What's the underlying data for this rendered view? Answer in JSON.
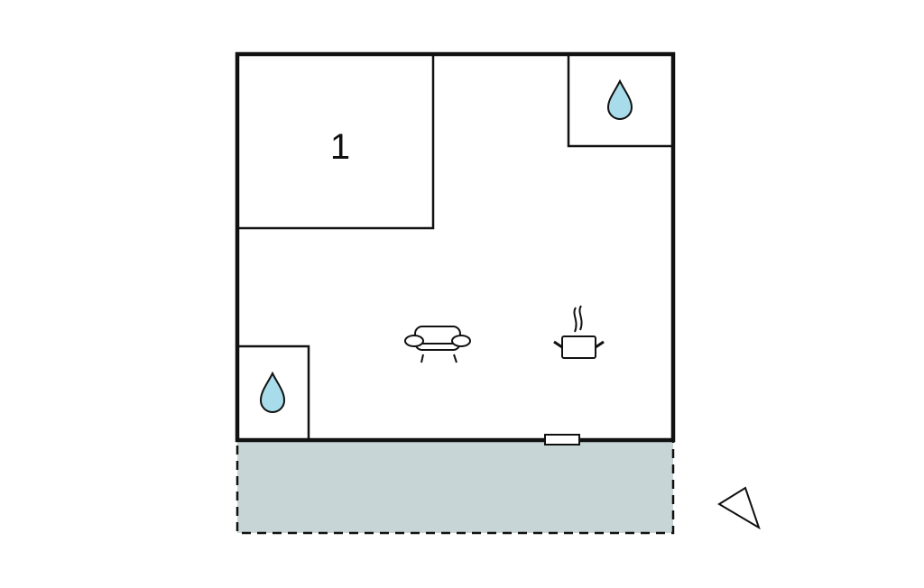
{
  "floorplan": {
    "rooms": [
      {
        "id": "bedroom",
        "label": "1"
      },
      {
        "id": "bathroom-top-right",
        "icon": "water-drop-icon"
      },
      {
        "id": "bathroom-bottom-left",
        "icon": "water-drop-icon"
      },
      {
        "id": "living-area",
        "icons": [
          "sofa-icon",
          "cooking-pot-icon"
        ]
      },
      {
        "id": "terrace"
      }
    ],
    "colors": {
      "wall": "#111111",
      "terrace": "#c7d5d6",
      "water": "#a8dcea"
    }
  }
}
